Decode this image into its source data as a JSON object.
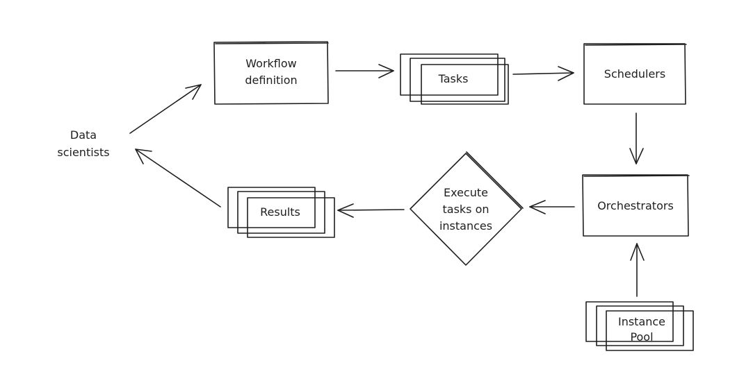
{
  "nodes": {
    "data_scientists": [
      "Data",
      "scientists"
    ],
    "workflow_definition": [
      "Workflow",
      "definition"
    ],
    "tasks": "Tasks",
    "schedulers": "Schedulers",
    "orchestrators": "Orchestrators",
    "execute": [
      "Execute",
      "tasks on",
      "instances"
    ],
    "results": "Results",
    "instance_pool": [
      "Instance",
      "Pool"
    ]
  },
  "colors": {
    "ink": "#1e1e1e",
    "background": "#ffffff"
  }
}
